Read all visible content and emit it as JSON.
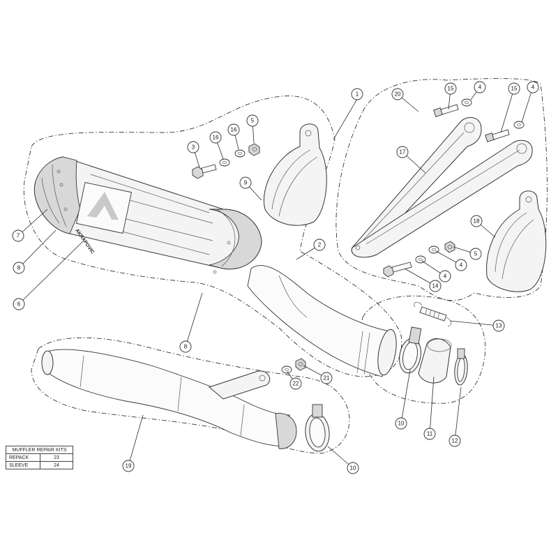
{
  "diagram": {
    "callouts": [
      {
        "id": "1",
        "label": "1"
      },
      {
        "id": "2",
        "label": "2"
      },
      {
        "id": "3",
        "label": "3"
      },
      {
        "id": "4a",
        "label": "4"
      },
      {
        "id": "4b",
        "label": "4"
      },
      {
        "id": "4c",
        "label": "4"
      },
      {
        "id": "4d",
        "label": "4"
      },
      {
        "id": "5a",
        "label": "5"
      },
      {
        "id": "5b",
        "label": "5"
      },
      {
        "id": "6",
        "label": "6"
      },
      {
        "id": "7",
        "label": "7"
      },
      {
        "id": "8a",
        "label": "8"
      },
      {
        "id": "8b",
        "label": "8"
      },
      {
        "id": "9",
        "label": "9"
      },
      {
        "id": "10a",
        "label": "10"
      },
      {
        "id": "10b",
        "label": "10"
      },
      {
        "id": "11",
        "label": "11"
      },
      {
        "id": "12",
        "label": "12"
      },
      {
        "id": "13",
        "label": "13"
      },
      {
        "id": "14",
        "label": "14"
      },
      {
        "id": "15a",
        "label": "15"
      },
      {
        "id": "15b",
        "label": "15"
      },
      {
        "id": "16a",
        "label": "16"
      },
      {
        "id": "16b",
        "label": "16"
      },
      {
        "id": "17",
        "label": "17"
      },
      {
        "id": "18",
        "label": "18"
      },
      {
        "id": "19",
        "label": "19"
      },
      {
        "id": "20",
        "label": "20"
      },
      {
        "id": "21",
        "label": "21"
      },
      {
        "id": "22",
        "label": "22"
      }
    ],
    "brand_logo_text": "AKRAPOVIC"
  },
  "repair_kits": {
    "title": "MUFFLER REPAIR KITS",
    "rows": [
      {
        "name": "REPACK",
        "number": "23"
      },
      {
        "name": "SLEEVE",
        "number": "24"
      }
    ]
  }
}
